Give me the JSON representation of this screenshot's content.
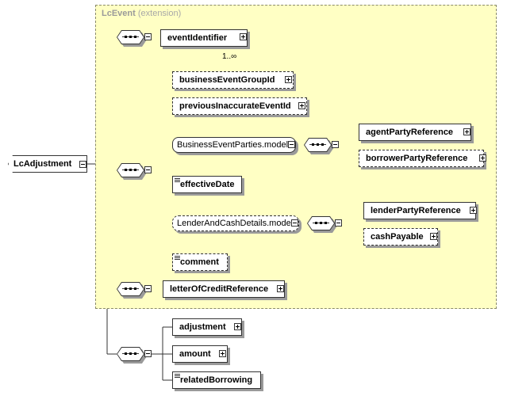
{
  "extension": {
    "name": "LcEvent",
    "kind": "(extension)"
  },
  "root": {
    "label": "LcAdjustment"
  },
  "nodes": {
    "eventIdentifier": "eventIdentifier",
    "eventIdentifier_multiplicity": "1..∞",
    "businessEventGroupId": "businessEventGroupId",
    "previousInaccurateEventId": "previousInaccurateEventId",
    "businessEventParties": "BusinessEventParties.model",
    "agentPartyReference": "agentPartyReference",
    "borrowerPartyReference": "borrowerPartyReference",
    "effectiveDate": "effectiveDate",
    "lenderAndCashDetails": "LenderAndCashDetails.model",
    "lenderPartyReference": "lenderPartyReference",
    "cashPayable": "cashPayable",
    "comment": "comment",
    "letterOfCreditReference": "letterOfCreditReference",
    "adjustment": "adjustment",
    "amount": "amount",
    "relatedBorrowing": "relatedBorrowing"
  }
}
